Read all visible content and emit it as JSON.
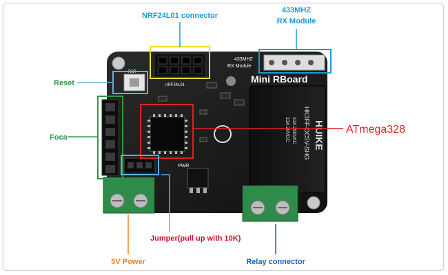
{
  "labels": {
    "nrf": "NRF24L01 connector",
    "rx_line1": "433MHZ",
    "rx_line2": "RX Module",
    "reset": "Reset",
    "foca": "Foca",
    "atmega": "ATmega328",
    "jumper": "Jumper(pull up with 10K)",
    "power": "5V Power",
    "relay": "Relay connector"
  },
  "board_text": {
    "title": "Mini RBoard",
    "rx_silk_1": "433MHZ",
    "rx_silk_2": "RX Module",
    "nrf_silk": "nRF24L01",
    "rst_silk": "RST",
    "pwr_silk": "PWR",
    "relay_brand": "HUIKE",
    "relay_model": "HK3FF-DC5V-SHG",
    "relay_rating1": "10A 250VAC",
    "relay_rating2": "10A 30VDC"
  },
  "colors": {
    "nrf": "#1a9ad6",
    "rx": "#1a9ad6",
    "reset": "#2e9a45",
    "foca": "#2e9a45",
    "atmega": "#e02020",
    "jumper": "#c8102e",
    "power": "#f07f1b",
    "relay": "#1a5fb4",
    "nrf_box": "#e8e02a",
    "rx_box": "#1a9ad6",
    "reset_box": "#5ab0e0",
    "foca_box": "#2e9a45",
    "atmega_box": "#e02020",
    "jumper_box": "#5ab0e0"
  }
}
